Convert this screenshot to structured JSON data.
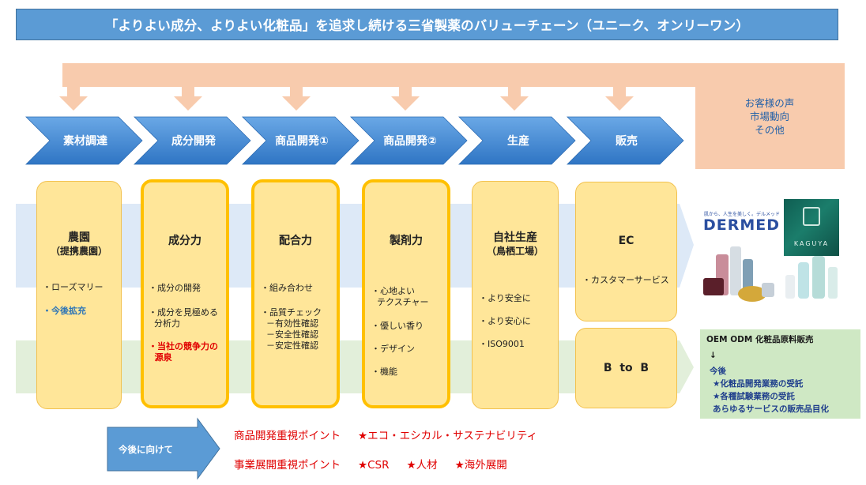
{
  "title": "「よりよい成分、よりよい化粧品」を追求し続ける三省製薬のバリューチェーン（ユニーク、オンリーワン）",
  "feedback": {
    "lines": [
      "お客様の声",
      "市場動向",
      "その他"
    ]
  },
  "stages": [
    {
      "label": "素材調達"
    },
    {
      "label": "成分開発"
    },
    {
      "label": "商品開発①"
    },
    {
      "label": "商品開発②"
    },
    {
      "label": "生産"
    },
    {
      "label": "販売"
    }
  ],
  "cards": [
    {
      "title": "農園",
      "subtitle": "（提携農園）",
      "items": [
        {
          "text": "・ローズマリー",
          "style": "normal"
        },
        {
          "text": "・今後拡充",
          "style": "blue"
        }
      ]
    },
    {
      "title": "成分力",
      "items": [
        {
          "text": "・成分の開発",
          "style": "normal"
        },
        {
          "text": "・成分を見極める\n  分析力",
          "style": "normal"
        },
        {
          "text": "・当社の競争力の\n  源泉",
          "style": "red"
        }
      ]
    },
    {
      "title": "配合力",
      "items": [
        {
          "text": "・組み合わせ",
          "style": "normal"
        },
        {
          "text": "・品質チェック\n  －有効性確認\n  －安全性確認\n  －安定性確認",
          "style": "normal"
        }
      ]
    },
    {
      "title": "製剤力",
      "items": [
        {
          "text": "・心地よい\n  テクスチャー",
          "style": "normal"
        },
        {
          "text": "・優しい香り",
          "style": "normal"
        },
        {
          "text": "・デザイン",
          "style": "normal"
        },
        {
          "text": "・機能",
          "style": "normal"
        }
      ]
    },
    {
      "title": "自社生産",
      "subtitle": "（鳥栖工場）",
      "items": [
        {
          "text": "・より安全に",
          "style": "normal"
        },
        {
          "text": "・より安心に",
          "style": "normal"
        },
        {
          "text": "・ISO9001",
          "style": "normal"
        }
      ]
    },
    {
      "title": "EC",
      "items": [
        {
          "text": "・カスタマーサービス",
          "style": "normal"
        }
      ]
    },
    {
      "title": "B  to  B",
      "items": []
    }
  ],
  "brand": {
    "tagline": "肌から、人生を美しく。デルメッド",
    "logo": "DERMED",
    "kaguya": "KAGUYA"
  },
  "b2b_services": {
    "head": "OEM  ODM  化粧品原料販売",
    "arrow": "↓",
    "future": "今後",
    "items": [
      "★化粧品開発業務の受託",
      "★各種試験業務の受託",
      "あらゆるサービスの販売品目化"
    ]
  },
  "future": {
    "label": "今後に向けて",
    "product_policy": [
      "商品開発重視ポイント",
      "★エコ・エシカル・サステナビリティ"
    ],
    "business_policy": [
      "事業展開重視ポイント",
      "★CSR",
      "★人材",
      "★海外展開"
    ]
  },
  "colors": {
    "title_bg": "#5b9bd5",
    "feedback_bg": "#f8cbad",
    "chevron": "#4a90d9",
    "card_bg": "#ffe699",
    "card_border_strong": "#ffc000",
    "band_blue": "#dde9f7",
    "band_green": "#e2efda",
    "accent_red": "#e00000"
  }
}
